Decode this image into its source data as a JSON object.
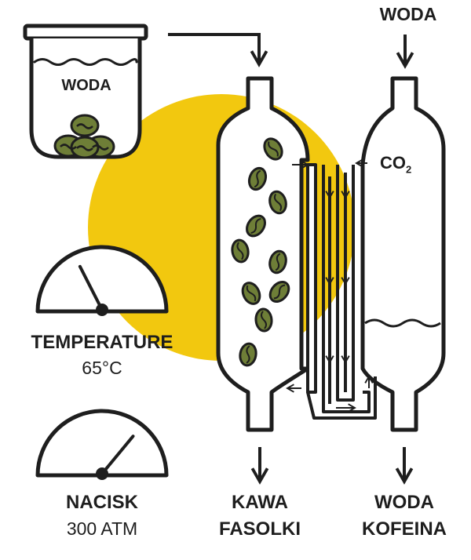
{
  "colors": {
    "outline": "#1e1e1e",
    "sun": "#f2c80f",
    "bean": "#6e7e37",
    "bean_dark": "#4e5c24",
    "background": "#ffffff"
  },
  "labels": {
    "water_top": "WODA",
    "water_in_jar": "WODA",
    "co2_main": "CO",
    "co2_sub": "2",
    "temperature_title": "TEMPERATURE",
    "temperature_value": "65°C",
    "pressure_title": "NACISK",
    "pressure_value": "300 ATM",
    "output_left_line1": "KAWA",
    "output_left_line2": "FASOLKI",
    "output_right_line1": "WODA",
    "output_right_line2": "KOFEINA"
  },
  "gauges": [
    {
      "id": "temperature",
      "level": 0.35
    },
    {
      "id": "pressure",
      "level": 0.72
    }
  ]
}
